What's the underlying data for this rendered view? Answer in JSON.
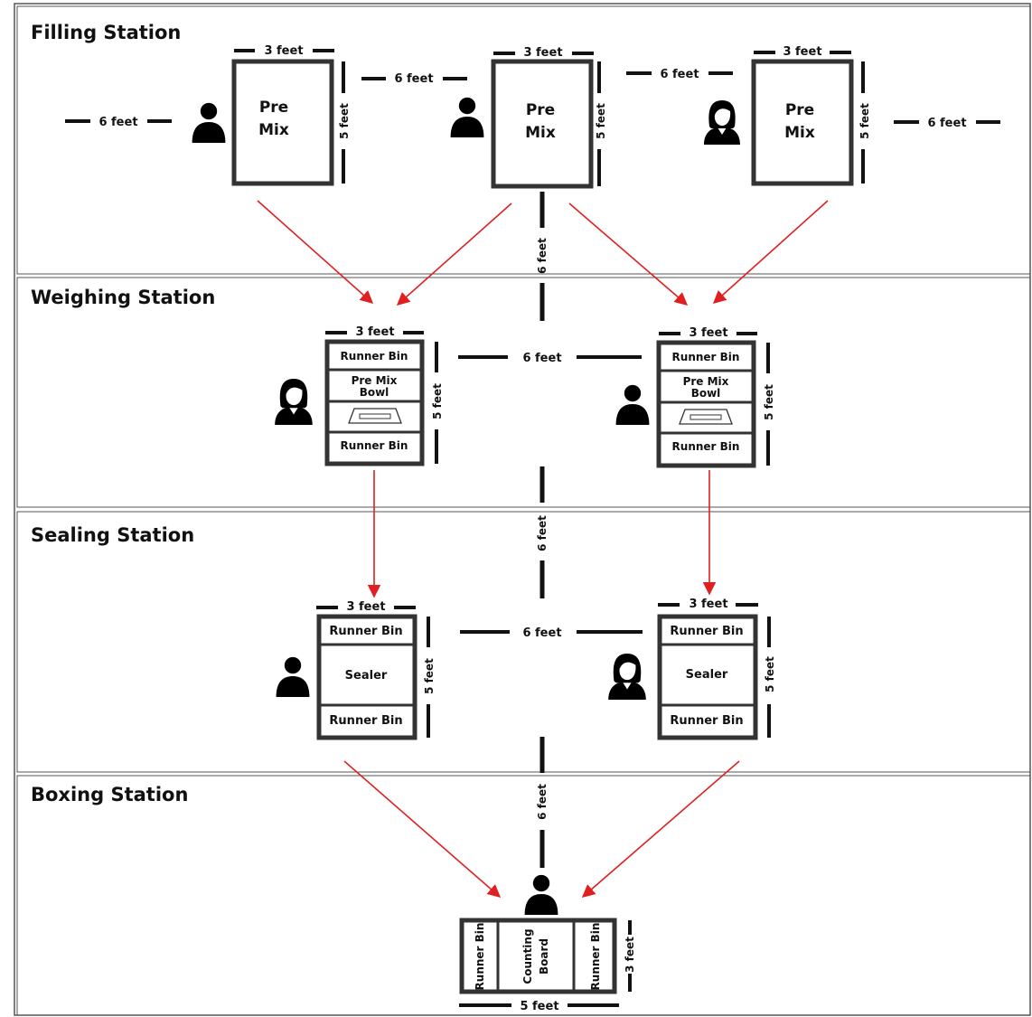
{
  "sections": {
    "filling": "Filling Station",
    "weighing": "Weighing Station",
    "sealing": "Sealing Station",
    "boxing": "Boxing Station"
  },
  "dims": {
    "three_feet": "3 feet",
    "five_feet": "5 feet",
    "six_feet": "6 feet"
  },
  "stations": {
    "premix_line1": "Pre",
    "premix_line2": "Mix",
    "runner_bin": "Runner Bin",
    "premix_bowl_line1": "Pre Mix",
    "premix_bowl_line2": "Bowl",
    "sealer": "Sealer",
    "counting_board_line1": "Counting",
    "counting_board_line2": "Board"
  },
  "colors": {
    "arrow": "#e02020",
    "line": "#111111",
    "box_border": "#333333",
    "section_border": "#555555"
  },
  "icons": {
    "worker_male": "person-icon",
    "worker_female": "woman-icon",
    "scale": "scale-icon"
  }
}
